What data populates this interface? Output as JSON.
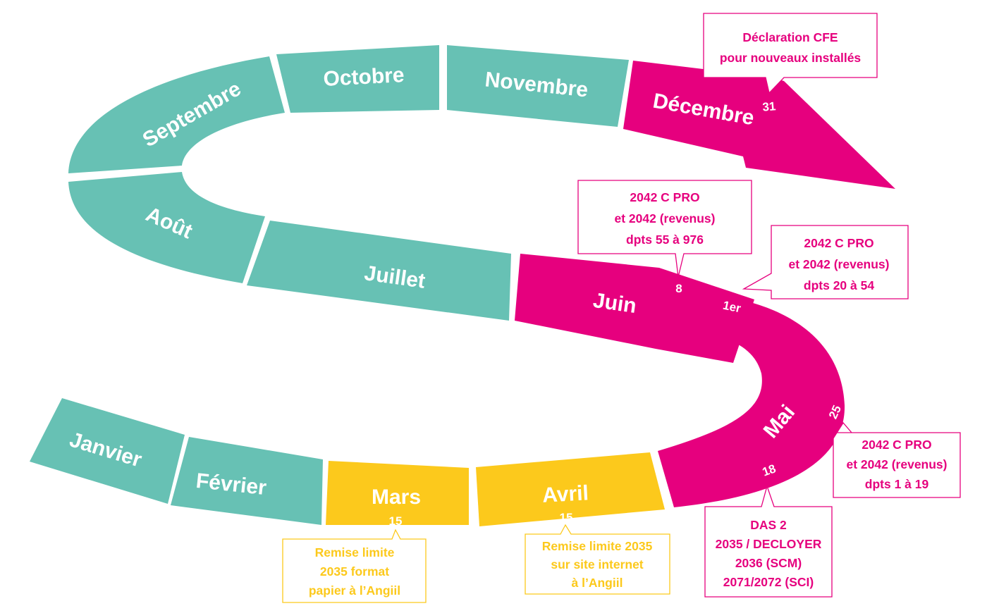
{
  "colors": {
    "teal": "#67c1b4",
    "magenta": "#e6007e",
    "yellow": "#fcc91c",
    "white": "#ffffff"
  },
  "months": {
    "janvier": "Janvier",
    "fevrier": "Février",
    "mars": "Mars",
    "avril": "Avril",
    "mai": "Mai",
    "juin": "Juin",
    "juillet": "Juillet",
    "aout": "Août",
    "septembre": "Septembre",
    "octobre": "Octobre",
    "novembre": "Novembre",
    "decembre": "Décembre"
  },
  "day_markers": {
    "mars_15": "15",
    "avril_15": "15",
    "mai_18": "18",
    "mai_25": "25",
    "juin_1er": "1er",
    "juin_8": "8",
    "decembre_31": "31"
  },
  "callouts": {
    "mars_15": [
      "Remise limite",
      "2035 format",
      "papier à l’Angiil"
    ],
    "avril_15": [
      "Remise limite 2035",
      "sur site internet",
      "à l’Angiil"
    ],
    "mai_18": [
      "DAS 2",
      "2035 / DECLOYER",
      "2036 (SCM)",
      "2071/2072 (SCI)"
    ],
    "mai_25": [
      "2042 C PRO",
      "et 2042 (revenus)",
      "dpts 1 à 19"
    ],
    "juin_1er": [
      "2042 C PRO",
      "et 2042 (revenus)",
      "dpts 20 à 54"
    ],
    "juin_8": [
      "2042 C PRO",
      "et 2042 (revenus)",
      "dpts 55 à 976"
    ],
    "decembre_31": [
      "Déclaration CFE",
      "pour nouveaux installés"
    ]
  }
}
